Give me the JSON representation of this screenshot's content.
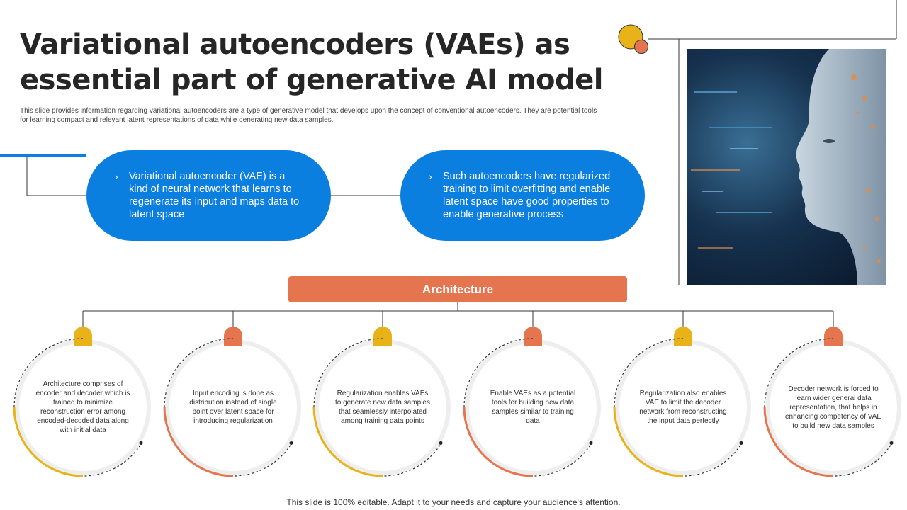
{
  "header": {
    "title": "Variational autoencoders (VAEs) as essential part of generative AI model",
    "subtitle": "This slide provides information regarding variational autoencoders are a type of generative model that develops upon the concept of conventional autoencoders. They are potential tools for learning compact and relevant latent representations of data while generating new data samples."
  },
  "pills": [
    {
      "chevron": "›",
      "text": "Variational autoencoder (VAE) is a kind of neural network that learns to regenerate its input and maps data to latent space"
    },
    {
      "chevron": "›",
      "text": "Such autoencoders have regularized training to limit overfitting and enable latent space have good properties to enable generative process"
    }
  ],
  "architecture": {
    "label": "Architecture",
    "cards": [
      {
        "text": "Architecture comprises of encoder and decoder which is trained to minimize reconstruction error among encoded-decoded data along with initial data",
        "color": "#e8b219"
      },
      {
        "text": "Input encoding is done as distribution instead of single point over latent space for introducing regularization",
        "color": "#e4754f"
      },
      {
        "text": "Regularization enables VAEs to generate new data samples that seamlessly interpolated among training data points",
        "color": "#e8b219"
      },
      {
        "text": "Enable VAEs as a potential tools for building new data samples similar to training data",
        "color": "#e4754f"
      },
      {
        "text": "Regularization also enables VAE to limit the decoder network from reconstructing the input data perfectly",
        "color": "#e8b219"
      },
      {
        "text": "Decoder network is forced to learn wider general data representation, that helps in enhancing competency of VAE to build new data samples",
        "color": "#e4754f"
      }
    ]
  },
  "image": {
    "description_icon": "ai-robot-face-image"
  },
  "colors": {
    "blue": "#0a7fe0",
    "orange": "#e4754f",
    "yellow": "#e8b219"
  },
  "footer": {
    "text": "This slide is 100% editable. Adapt it to your needs and capture your audience's attention."
  }
}
